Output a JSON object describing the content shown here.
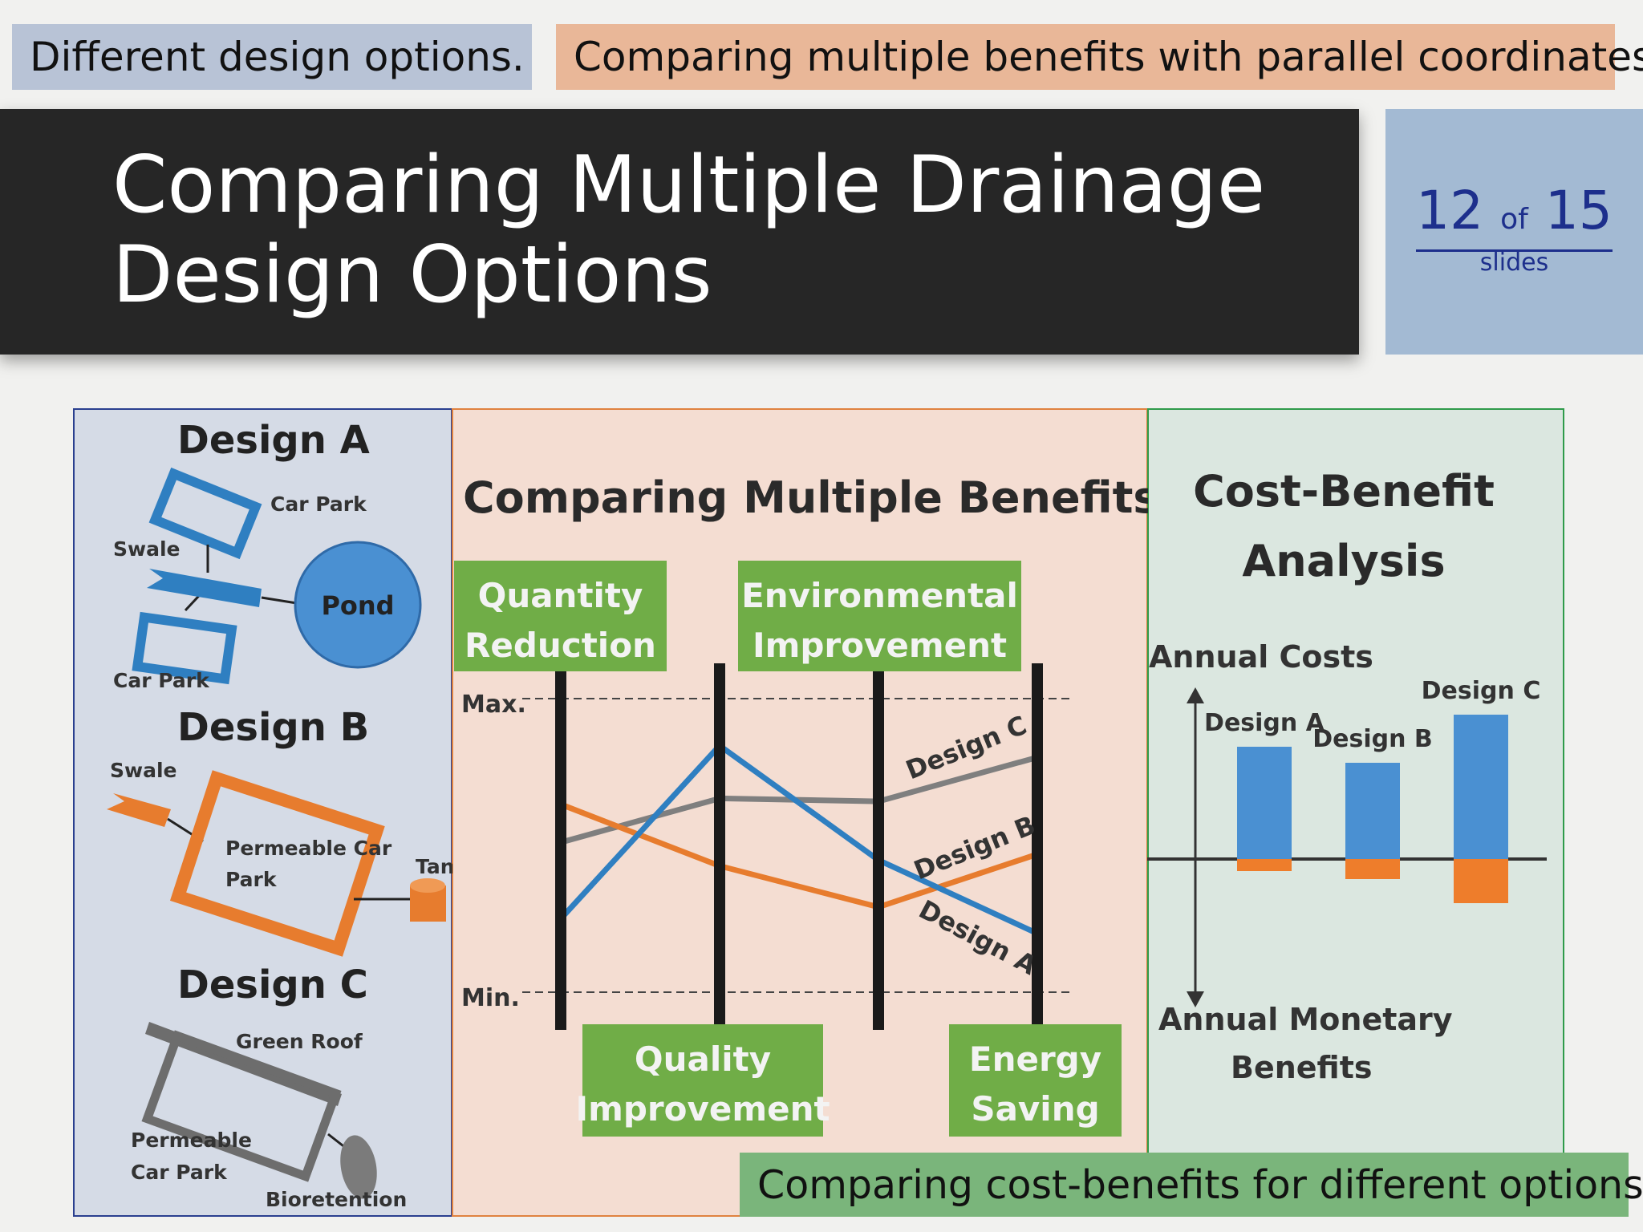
{
  "captions": {
    "design_options": "Different design options.",
    "parallel_coords": "Comparing multiple benefits with parallel coordinates.",
    "cost_benefits": "Comparing cost-benefits for different options."
  },
  "slide": {
    "title_line1": "Comparing Multiple Drainage",
    "title_line2": "Design Options",
    "current": "12",
    "of": "of",
    "total": "15",
    "slides_word": "slides"
  },
  "designs": {
    "a": {
      "heading": "Design A",
      "car_park_top": "Car Park",
      "swale": "Swale",
      "pond": "Pond",
      "car_park_bottom": "Car Park"
    },
    "b": {
      "heading": "Design B",
      "swale": "Swale",
      "permeable_line1": "Permeable Car",
      "permeable_line2": "Park",
      "tank": "Tank"
    },
    "c": {
      "heading": "Design C",
      "green_roof": "Green Roof",
      "permeable_line1": "Permeable",
      "permeable_line2": "Car Park",
      "bioretention": "Bioretention"
    }
  },
  "colors": {
    "design_a": "#2f7fc1",
    "design_b": "#e77c2e",
    "design_c": "#7f7f7f",
    "label_box": "#70ad47",
    "bar_cost": "#4a90d2",
    "bar_benefit": "#ee7d2b"
  },
  "parallel_chart": {
    "title": "Comparing Multiple Benefits",
    "max_label": "Max.",
    "min_label": "Min.",
    "axes": [
      {
        "line1": "Quantity",
        "line2": "Reduction",
        "position": "top"
      },
      {
        "line1": "Quality",
        "line2": "Improvement",
        "position": "bottom"
      },
      {
        "line1": "Environmental",
        "line2": "Improvement",
        "position": "top"
      },
      {
        "line1": "Energy",
        "line2": "Saving",
        "position": "bottom"
      }
    ],
    "series": [
      {
        "name": "Design A",
        "values": [
          0.25,
          0.84,
          0.45,
          0.2
        ]
      },
      {
        "name": "Design B",
        "values": [
          0.64,
          0.43,
          0.29,
          0.47
        ]
      },
      {
        "name": "Design C",
        "values": [
          0.51,
          0.66,
          0.65,
          0.8
        ]
      }
    ]
  },
  "chart_data": {
    "type": "bar",
    "title": "Cost-Benefit Analysis",
    "ylabel_top": "Annual Costs",
    "ylabel_bottom_line1": "Annual Monetary",
    "ylabel_bottom_line2": "Benefits",
    "categories": [
      "Design A",
      "Design B",
      "Design C"
    ],
    "series": [
      {
        "name": "Annual Costs",
        "values": [
          1.4,
          1.2,
          1.8
        ]
      },
      {
        "name": "Annual Monetary Benefits",
        "values": [
          0.15,
          0.25,
          0.55
        ]
      }
    ],
    "grid": false
  }
}
